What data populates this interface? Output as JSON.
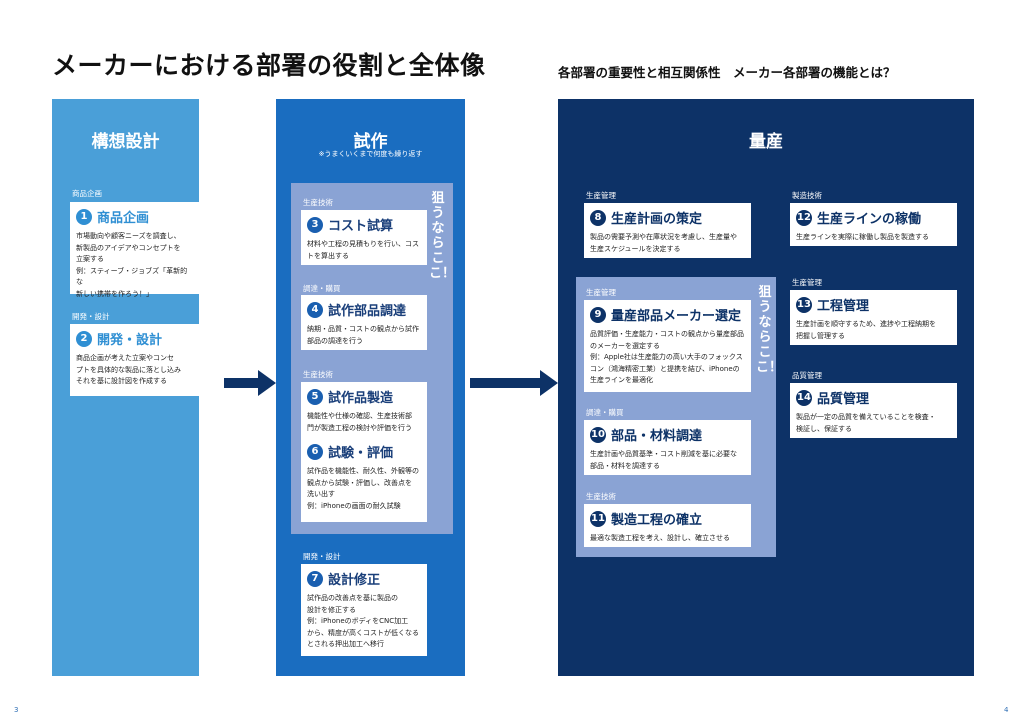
{
  "header": {
    "title": "メーカーにおける部署の役割と全体像",
    "subtitle": "各部署の重要性と相互関係性　メーカー各部署の機能とは？"
  },
  "columns": {
    "plan": {
      "title": "構想設計"
    },
    "proto": {
      "title": "試作",
      "note": "※うまくいくまで何度も繰り返す"
    },
    "mass": {
      "title": "量産"
    }
  },
  "highlight_label": "狙うならここ！",
  "cards": {
    "c1": {
      "tag": "商品企画",
      "num": "1",
      "title": "商品企画",
      "body": "市場動向や顧客ニーズを調査し、\n新製品のアイデアやコンセプトを\n立案する\n例：スティーブ・ジョブズ「革新的な\n新しい携帯を作ろう！」"
    },
    "c2": {
      "tag": "開発・設計",
      "num": "2",
      "title": "開発・設計",
      "body": "商品企画が考えた立案やコンセ\nプトを具体的な製品に落とし込み\nそれを基に設計図を作成する"
    },
    "c3": {
      "tag": "生産技術",
      "num": "3",
      "title": "コスト試算",
      "body": "材料や工程の見積もりを行い、コス\nトを算出する"
    },
    "c4": {
      "tag": "調達・購買",
      "num": "4",
      "title": "試作部品調達",
      "body": "納期・品質・コストの観点から試作\n部品の調達を行う"
    },
    "c5": {
      "tag": "生産技術",
      "num": "5",
      "title": "試作品製造",
      "body": "機能性や仕様の確認、生産技術部\n門が製造工程の検討や評価を行う"
    },
    "c6": {
      "num": "6",
      "title": "試験・評価",
      "body": "試作品を機能性、耐久性、外観等の\n観点から試験・評価し、改善点を\n洗い出す\n例：iPhoneの画面の耐久試験"
    },
    "c7": {
      "tag": "開発・設計",
      "num": "7",
      "title": "設計修正",
      "body": "試作品の改善点を基に製品の\n設計を修正する\n例：iPhoneのボディをCNC加工\nから、精度が高くコストが低くなる\nとされる押出加工へ移行"
    },
    "c8": {
      "tag": "生産管理",
      "num": "8",
      "title": "生産計画の策定",
      "body": "製品の需要予測や在庫状況を考慮し、生産量や\n生産スケジュールを決定する"
    },
    "c9": {
      "tag": "生産管理",
      "num": "9",
      "title": "量産部品メーカー選定",
      "body": "品質評価・生産能力・コストの観点から量産部品\nのメーカーを選定する\n例：Apple社は生産能力の高い大手のフォックス\nコン（鴻海精密工業）と提携を結び、iPhoneの\n生産ラインを最適化"
    },
    "c10": {
      "tag": "調達・購買",
      "num": "10",
      "title": "部品・材料調達",
      "body": "生産計画や品質基準・コスト削減を基に必要な\n部品・材料を調達する"
    },
    "c11": {
      "tag": "生産技術",
      "num": "11",
      "title": "製造工程の確立",
      "body": "最適な製造工程を考え、設計し、確立させる"
    },
    "c12": {
      "tag": "製造技術",
      "num": "12",
      "title": "生産ラインの稼働",
      "body": "生産ラインを実際に稼働し製品を製造する"
    },
    "c13": {
      "tag": "生産管理",
      "num": "13",
      "title": "工程管理",
      "body": "生産計画を順守するため、進捗や工程納期を\n把握し管理する"
    },
    "c14": {
      "tag": "品質管理",
      "num": "14",
      "title": "品質管理",
      "body": "製品が一定の品質を備えていることを検査・\n検証し、保証する"
    }
  },
  "pages": {
    "left": "3",
    "right": "4"
  },
  "colors": {
    "col1": "#4a9fd8",
    "col2": "#1a6dc0",
    "col3": "#0d3267",
    "highlight": "#8aa3d4"
  }
}
